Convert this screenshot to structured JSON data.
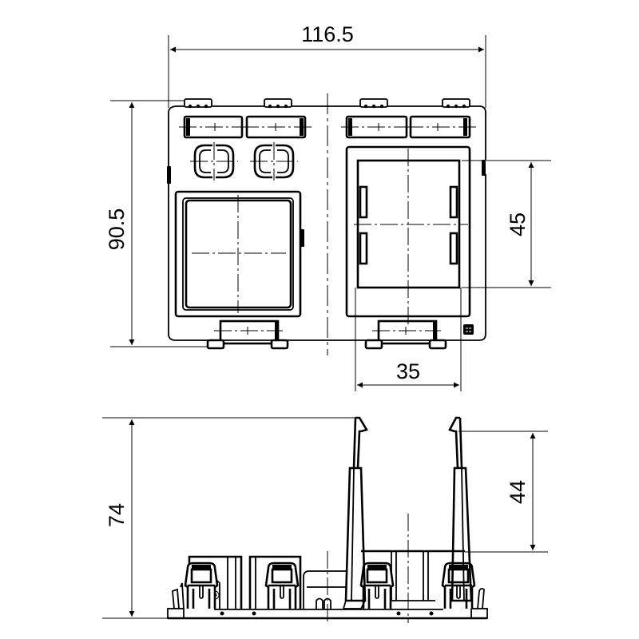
{
  "drawing": {
    "type": "technical-dimension-drawing",
    "views": [
      "top-view",
      "side-view"
    ],
    "line_color": "#000000",
    "background": "#ffffff"
  },
  "top_view": {
    "dimensions": {
      "overall_width": "116.5",
      "overall_height": "90.5",
      "module_height": "45",
      "module_width": "35"
    }
  },
  "side_view": {
    "dimensions": {
      "overall_height": "74",
      "clip_height": "44"
    }
  }
}
